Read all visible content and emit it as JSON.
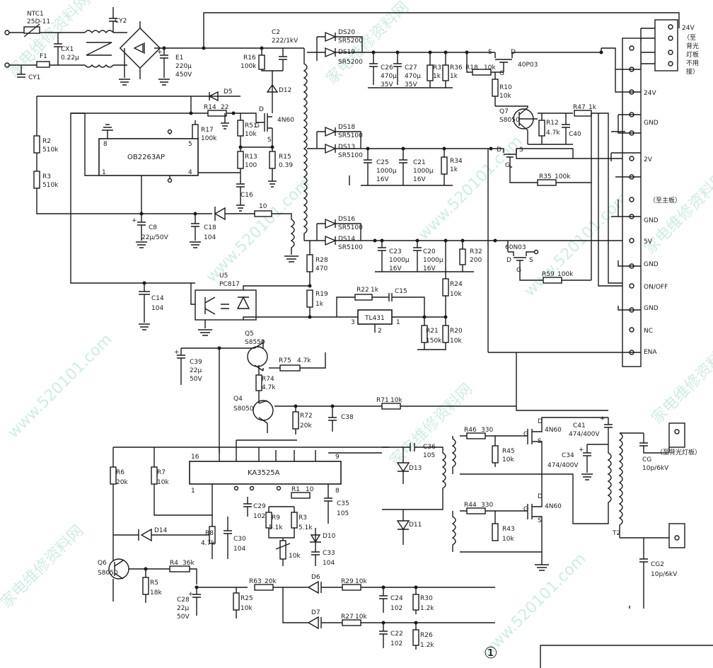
{
  "watermark": {
    "text_cn": "家电维修资料网",
    "text_url": "www.520101.com"
  },
  "page_marker": "①",
  "power_input": {
    "ntc": "NTC1",
    "ntc_val": "25D-11",
    "fuse": "F1",
    "cx": "CX1",
    "cx_val": "0.22μ",
    "cy1": "CY1",
    "cy2": "CY2",
    "e1": "E1",
    "e1_val1": "220μ",
    "e1_val2": "450V"
  },
  "pfc": {
    "c2": "C2",
    "c2_val": "222/1kV",
    "r16": "R16",
    "r16_val": "100k",
    "d12": "D12",
    "d5": "D5",
    "r14": "R14",
    "r14_val": "22",
    "r17": "R17",
    "r17_val": "100k",
    "r51": "R51",
    "r51_val": "10k",
    "r13": "R13",
    "r13_val": "100",
    "r15": "R15",
    "r15_val": "0.39",
    "q_main": "4N60",
    "c16": "C16",
    "ic": "OB2263AP",
    "r2": "R2",
    "r2_val": "510k",
    "r3": "R3",
    "r3_val": "510k",
    "c8": "C8",
    "c8_val": "22μ/50V",
    "c18": "C18",
    "c18_val": "104",
    "r10w": "10",
    "c14": "C14",
    "c14_val": "104",
    "pin8": "8",
    "pin5": "5",
    "pin1": "1",
    "pin4": "4"
  },
  "secondary": {
    "ds20": "DS20",
    "ds19": "DS19",
    "sr5200a": "SR5200",
    "sr5200b": "SR5200",
    "c26": "C26",
    "c26_v": "470μ",
    "c26_w": "35V",
    "c27": "C27",
    "c27_v": "470μ",
    "c27_w": "35V",
    "r31": "R31",
    "r31_v": "1k",
    "r36": "R36",
    "r36_v": "1k",
    "r18": "R18",
    "r18_v": "10k",
    "q40p": "40P03",
    "r10": "R10",
    "r10_v": "10k",
    "q7": "Q7",
    "q7_v": "S8050",
    "r12": "R12",
    "r12_v": "4.7k",
    "c40": "C40",
    "r47": "R47",
    "r47_v": "1k",
    "ds18": "DS18",
    "ds13": "DS13",
    "sr5100a": "SR5100",
    "sr5100b": "SR5100",
    "c25": "C25",
    "c25_v": "1000μ",
    "c25_w": "16V",
    "c21": "C21",
    "c21_v": "1000μ",
    "c21_w": "16V",
    "r34": "R34",
    "r34_v": "1k",
    "r35": "R35",
    "r35_v": "100k",
    "ds16": "DS16",
    "ds14": "DS14",
    "sr5100c": "SR5100",
    "sr5100d": "SR5100",
    "c23": "C23",
    "c23_v": "1000μ",
    "c23_w": "16V",
    "c20": "C20",
    "c20_v": "1000μ",
    "c20_w": "16V",
    "r32": "R32",
    "r32_v": "200",
    "q60": "60N03",
    "r59": "R59",
    "r59_v": "100k",
    "r28": "R28",
    "r28_v": "470",
    "u5": "U5",
    "u5_v": "PC817",
    "r19": "R19",
    "r19_v": "1k",
    "r22": "R22",
    "r22_v": "1k",
    "c15": "C15",
    "tl431": "TL431",
    "r24": "R24",
    "r24_v": "10k",
    "r21": "R21",
    "r21_v": "150k",
    "r20": "R20",
    "r20_v": "10k",
    "pin3": "3",
    "pin2": "2",
    "pin1": "1",
    "s": "S",
    "d": "D",
    "g": "G"
  },
  "connector_top": {
    "label_24v": "24V",
    "note1": "（至",
    "note2": "背光",
    "note3": "灯板",
    "note4": "不用",
    "note5": "接）"
  },
  "connector_main": {
    "title": "（至主板）",
    "pins": [
      "24V",
      "GND",
      "2V",
      "GND",
      "5V",
      "GND",
      "ON/OFF",
      "GND",
      "NC",
      "ENA"
    ]
  },
  "inverter": {
    "q5": "Q5",
    "q5_v": "S8550",
    "c39": "C39",
    "c39_v": "22μ",
    "c39_w": "50V",
    "r75": "R75",
    "r75_v": "4.7k",
    "r74": "R74",
    "r74_v": "4.7k",
    "q4": "Q4",
    "q4_v": "S8050",
    "r72": "R72",
    "r72_v": "20k",
    "c38": "C38",
    "r71": "R71",
    "r71_v": "10k",
    "ic": "KA3525A",
    "p16": "16",
    "p9": "9",
    "p1": "1",
    "p8": "8",
    "r6": "R6",
    "r6_v": "20k",
    "r7": "R7",
    "r7_v": "10k",
    "r1": "R1",
    "r1_v": "10",
    "c29": "C29",
    "c29_v": "102",
    "r9": "R9",
    "r9_v": "5.1k",
    "r3": "R3",
    "r3_v": "5.1k",
    "c35": "C35",
    "c35_v": "105",
    "r8": "R8",
    "r8_v": "4.7k",
    "c30": "C30",
    "c30_v": "104",
    "d14": "D14",
    "d10": "D10",
    "pot": "10k",
    "c33": "C33",
    "c33_v": "104",
    "q6": "Q6",
    "q6_v": "S8050",
    "r4": "R4",
    "r4_v": "36k",
    "r5": "R5",
    "r5_v": "18k",
    "c28": "C28",
    "c28_v": "22μ",
    "c28_w": "50V",
    "r25": "R25",
    "r25_v": "10k",
    "r63": "R63",
    "r63_v": "20k",
    "d6": "D6",
    "r29": "R29",
    "r29_v": "10k",
    "c24": "C24",
    "c24_v": "102",
    "r30": "R30",
    "r30_v": "1.2k",
    "d7": "D7",
    "r27": "R27",
    "r27_v": "10k",
    "c22": "C22",
    "c22_v": "102",
    "r26": "R26",
    "r26_v": "1.2k",
    "c36": "C36",
    "c36_v": "105",
    "d13": "D13",
    "d11": "D11",
    "r46": "R46",
    "r46_v": "330",
    "r45": "R45",
    "r45_v": "10k",
    "q_up": "4N60",
    "r44": "R44",
    "r44_v": "330",
    "r43": "R43",
    "r43_v": "10k",
    "q_dn": "4N60",
    "c41": "C41",
    "c41_v": "474/400V",
    "c34": "C34",
    "c34_v": "474/400V",
    "t2": "T2",
    "cg": "CG",
    "cg_v": "10p/6kV",
    "cg2": "CG2",
    "cg2_v": "10p/6kV",
    "bl_note": "（至背光灯板）"
  }
}
